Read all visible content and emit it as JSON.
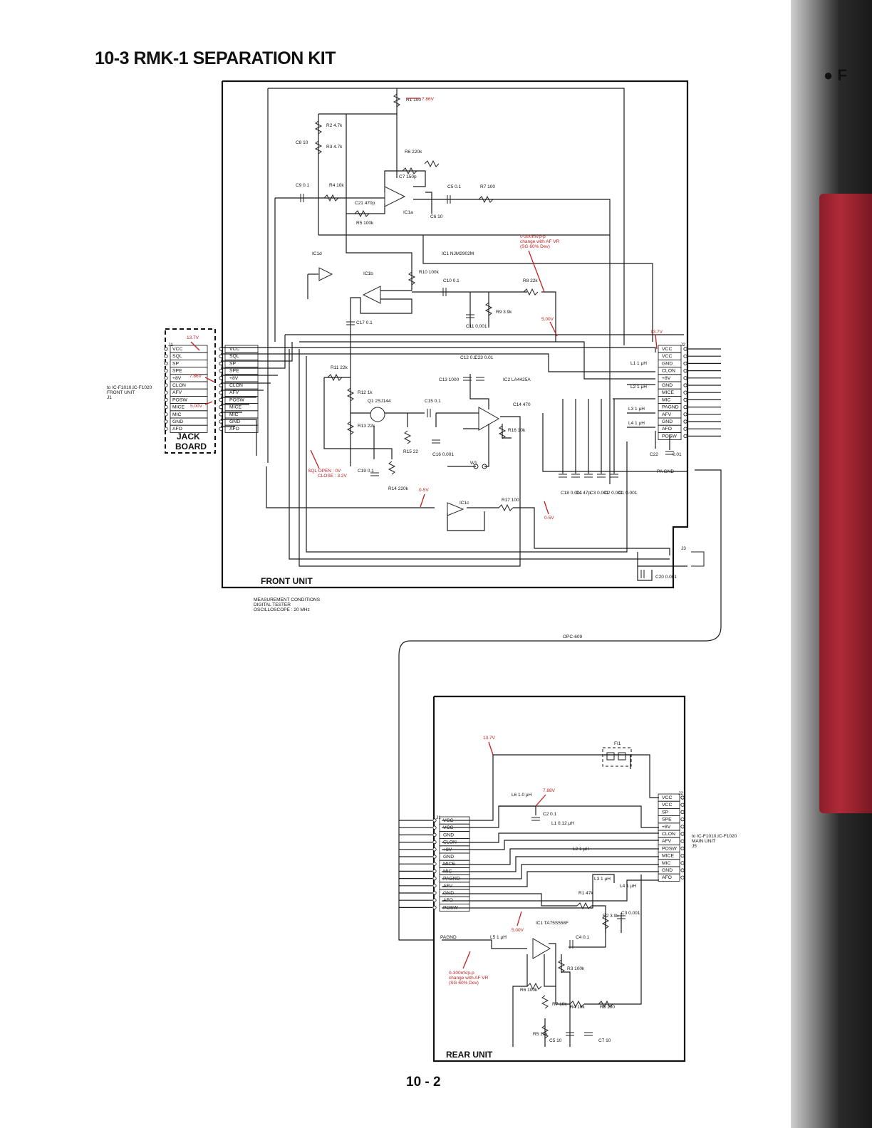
{
  "title": "10-3 RMK-1 SEPARATION KIT",
  "page_number": "10 - 2",
  "edge_mark": "● F",
  "front": {
    "unit_label": "FRONT UNIT",
    "jack_board": "JACK BOARD",
    "j1_label": "J1",
    "j2_label": "J2",
    "j3_label": "J3",
    "to_label": "to IC-F1010,IC-F1020 FRONT UNIT J1",
    "jack_pins": [
      "VCC",
      "SQL",
      "SP",
      "SPE",
      "+8V",
      "CLON",
      "AFV",
      "POSW",
      "MICE",
      "MIC",
      "GND",
      "AFO"
    ],
    "j1_pins": [
      "VCC",
      "SQL",
      "SP",
      "SPE",
      "+8V",
      "CLON",
      "AFV",
      "POSW",
      "MICE",
      "MIC",
      "GND",
      "AFO"
    ],
    "j2_pins": [
      "VCC",
      "VCC",
      "GND",
      "CLON",
      "+8V",
      "GND",
      "MICE",
      "MIC",
      "PAGND",
      "AFV",
      "GND",
      "AFO",
      "POSW"
    ],
    "pa_gnd": "PA GND",
    "components": {
      "r1": "R1 100",
      "r2": "R2 4.7k",
      "r3": "R3 4.7k",
      "r4": "R4 10k",
      "r5": "R5 100k",
      "r6": "R6 220k",
      "r7": "R7 100",
      "r8": "R8 22k",
      "r9": "R9 3.9k",
      "r10": "R10 100k",
      "r11": "R11 22k",
      "r12": "R12 1k",
      "r13": "R13 22k",
      "r14": "R14 220k",
      "r15": "R15 22",
      "r16": "R16 10k",
      "r17": "R17 100",
      "c5": "C5 0.1",
      "c6": "C6 10",
      "c7": "C7 150p",
      "c8": "C8 10",
      "c9": "C9 0.1",
      "c10": "C10 0.1",
      "c11": "C11 0.001",
      "c12": "C12 0.1",
      "c13": "C13 1000",
      "c14": "C14 470",
      "c15": "C15 0.1",
      "c16": "C16 0.001",
      "c17": "C17 0.1",
      "c18": "C18 0.001",
      "c19": "C19 0.1",
      "c20": "C20 0.001",
      "c21": "C21 470p",
      "c22": "C22",
      "c23": "C23 0.01",
      "c4": "C4 47p",
      "c3": "C3 0.001",
      "c2": "C2 0.001",
      "c1": "C1 0.001",
      "c_pa": "0.01",
      "ic1": "IC1 NJM2902M",
      "ic1a": "IC1a",
      "ic1b": "IC1b",
      "ic1c": "IC1c",
      "ic1d": "IC1d",
      "ic2": "IC2 LA4425A",
      "q1": "Q1 2SJ144",
      "w1": "W1",
      "l1": "L1 1 μH",
      "l2": "L2 1 μH",
      "l3": "L3 1 μH",
      "l4": "L4 1 μH"
    },
    "voltages": {
      "v_r1": "7.86V",
      "v_j1": "13.7V",
      "v_8v": "7.86V",
      "v_mice": "5.00V",
      "v_j2": "13.7V",
      "v_5v": "5.00V",
      "v_afvr": "0-300mVp-p change with AF VR (SG 60% Dev)",
      "v_sql": "SQL OPEN : 0V CLOSE : 3.2V",
      "v_05a": "0-5V",
      "v_05b": "0-5V"
    }
  },
  "measurement": {
    "line1": "MEASUREMENT CONDITIONS",
    "line2": "DIGITAL TESTER",
    "line3": "OSCILLOSCOPE : 20 MHz"
  },
  "cable": "OPC-609",
  "rear": {
    "unit_label": "REAR UNIT",
    "j1_label": "J1",
    "j2_label": "J2",
    "to_label": "to IC-F1010,IC-F1020 MAIN UNIT J5",
    "j1_pins": [
      "VCC",
      "VCC",
      "GND",
      "CLON",
      "+8V",
      "GND",
      "MICE",
      "MIC",
      "PAGND",
      "AFV",
      "GND",
      "AFO",
      "POSW"
    ],
    "j2_pins": [
      "VCC",
      "VCC",
      "SP",
      "SPE",
      "+8V",
      "CLON",
      "AFV",
      "POSW",
      "MICE",
      "MIC",
      "GND",
      "AFO"
    ],
    "pagnd": "PAGND",
    "components": {
      "fi1": "FI1",
      "l6": "L6 1.0 μH",
      "c2": "C2 0.1",
      "l1": "L1 0.12 μH",
      "l2": "L2 1 μH",
      "l3": "L3 1 μH",
      "l4": "L4 1 μH",
      "r1": "R1 47k",
      "r2": "R2 3.9k",
      "c3": "C3 0.001",
      "ic1": "IC1 TA75S558F",
      "l5": "L5 1 μH",
      "c4": "C4 0.1",
      "r3": "R3 100k",
      "r6": "R6 100k",
      "r7": "R7 10k",
      "r4": "R4 10k",
      "r8": "R8 100",
      "r5": "R5 10k",
      "c5": "C5 10",
      "c7": "C7 10"
    },
    "voltages": {
      "v_137": "13.7V",
      "v_788": "7.88V",
      "v_500": "5.00V",
      "v_afvr": "0-300mVp-p change with AF VR (SG 60% Dev)"
    }
  }
}
